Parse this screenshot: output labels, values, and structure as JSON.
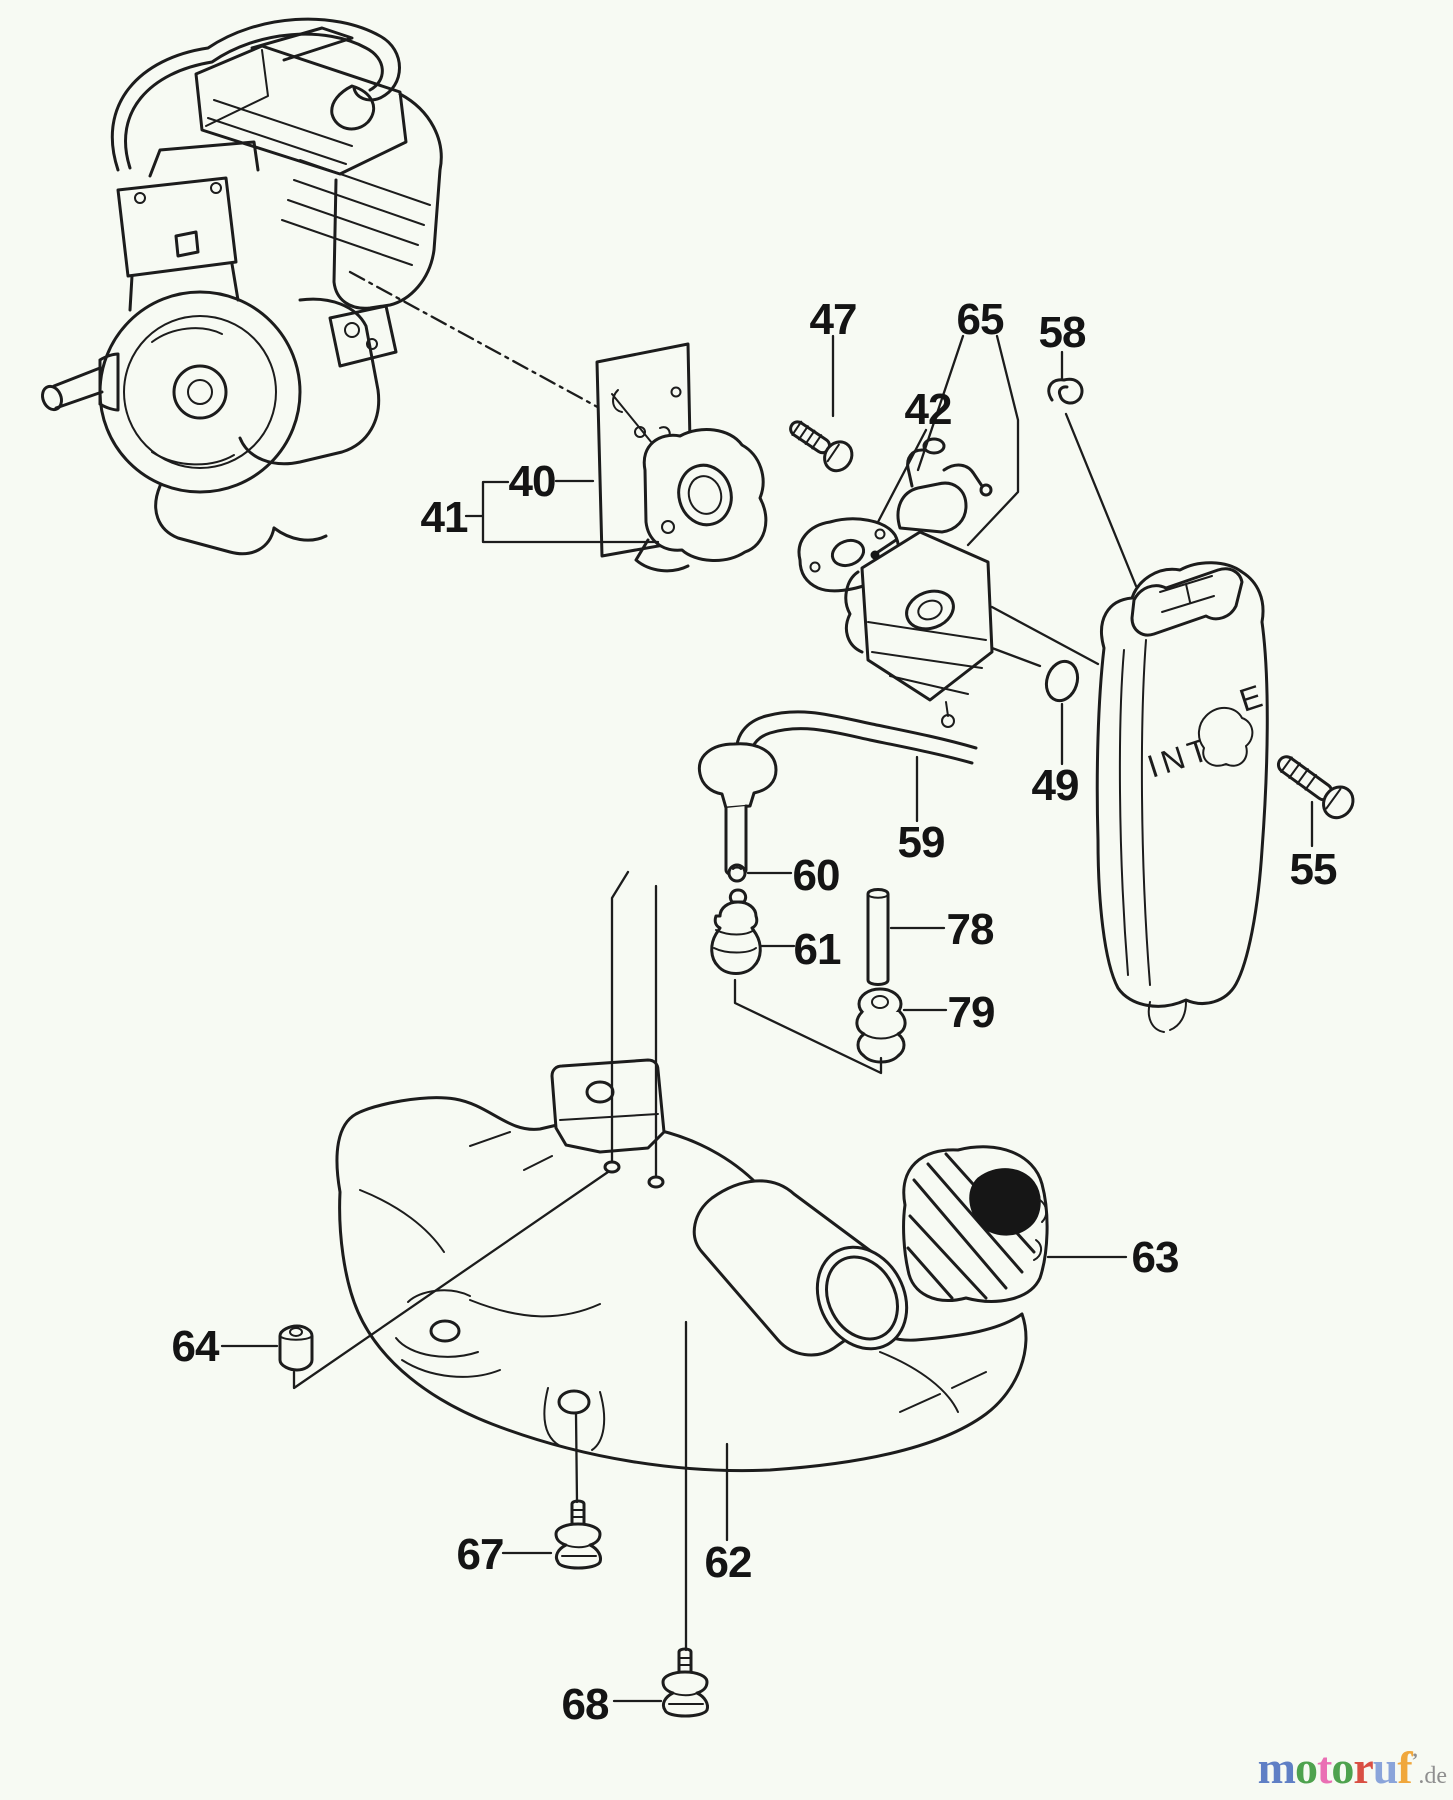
{
  "diagram": {
    "callouts": {
      "c40": "40",
      "c41": "41",
      "c42": "42",
      "c47": "47",
      "c49": "49",
      "c55": "55",
      "c58": "58",
      "c59": "59",
      "c60": "60",
      "c61": "61",
      "c62": "62",
      "c63": "63",
      "c64": "64",
      "c65": "65",
      "c67": "67",
      "c68": "68",
      "c78": "78",
      "c79": "79"
    },
    "intake_cover": {
      "embossed_left": "INT",
      "embossed_right": "E"
    }
  },
  "watermark": {
    "letters": [
      {
        "ch": "m",
        "color": "#5f7fc5"
      },
      {
        "ch": "o",
        "color": "#4ea24e"
      },
      {
        "ch": "t",
        "color": "#ea6fb4"
      },
      {
        "ch": "o",
        "color": "#4ea24e"
      },
      {
        "ch": "r",
        "color": "#d94f43"
      },
      {
        "ch": "u",
        "color": "#8aa4da"
      },
      {
        "ch": "f",
        "color": "#f0a73c"
      }
    ],
    "tick": "’",
    "suffix": ".de",
    "suffix_color": "#8f8f8f"
  }
}
